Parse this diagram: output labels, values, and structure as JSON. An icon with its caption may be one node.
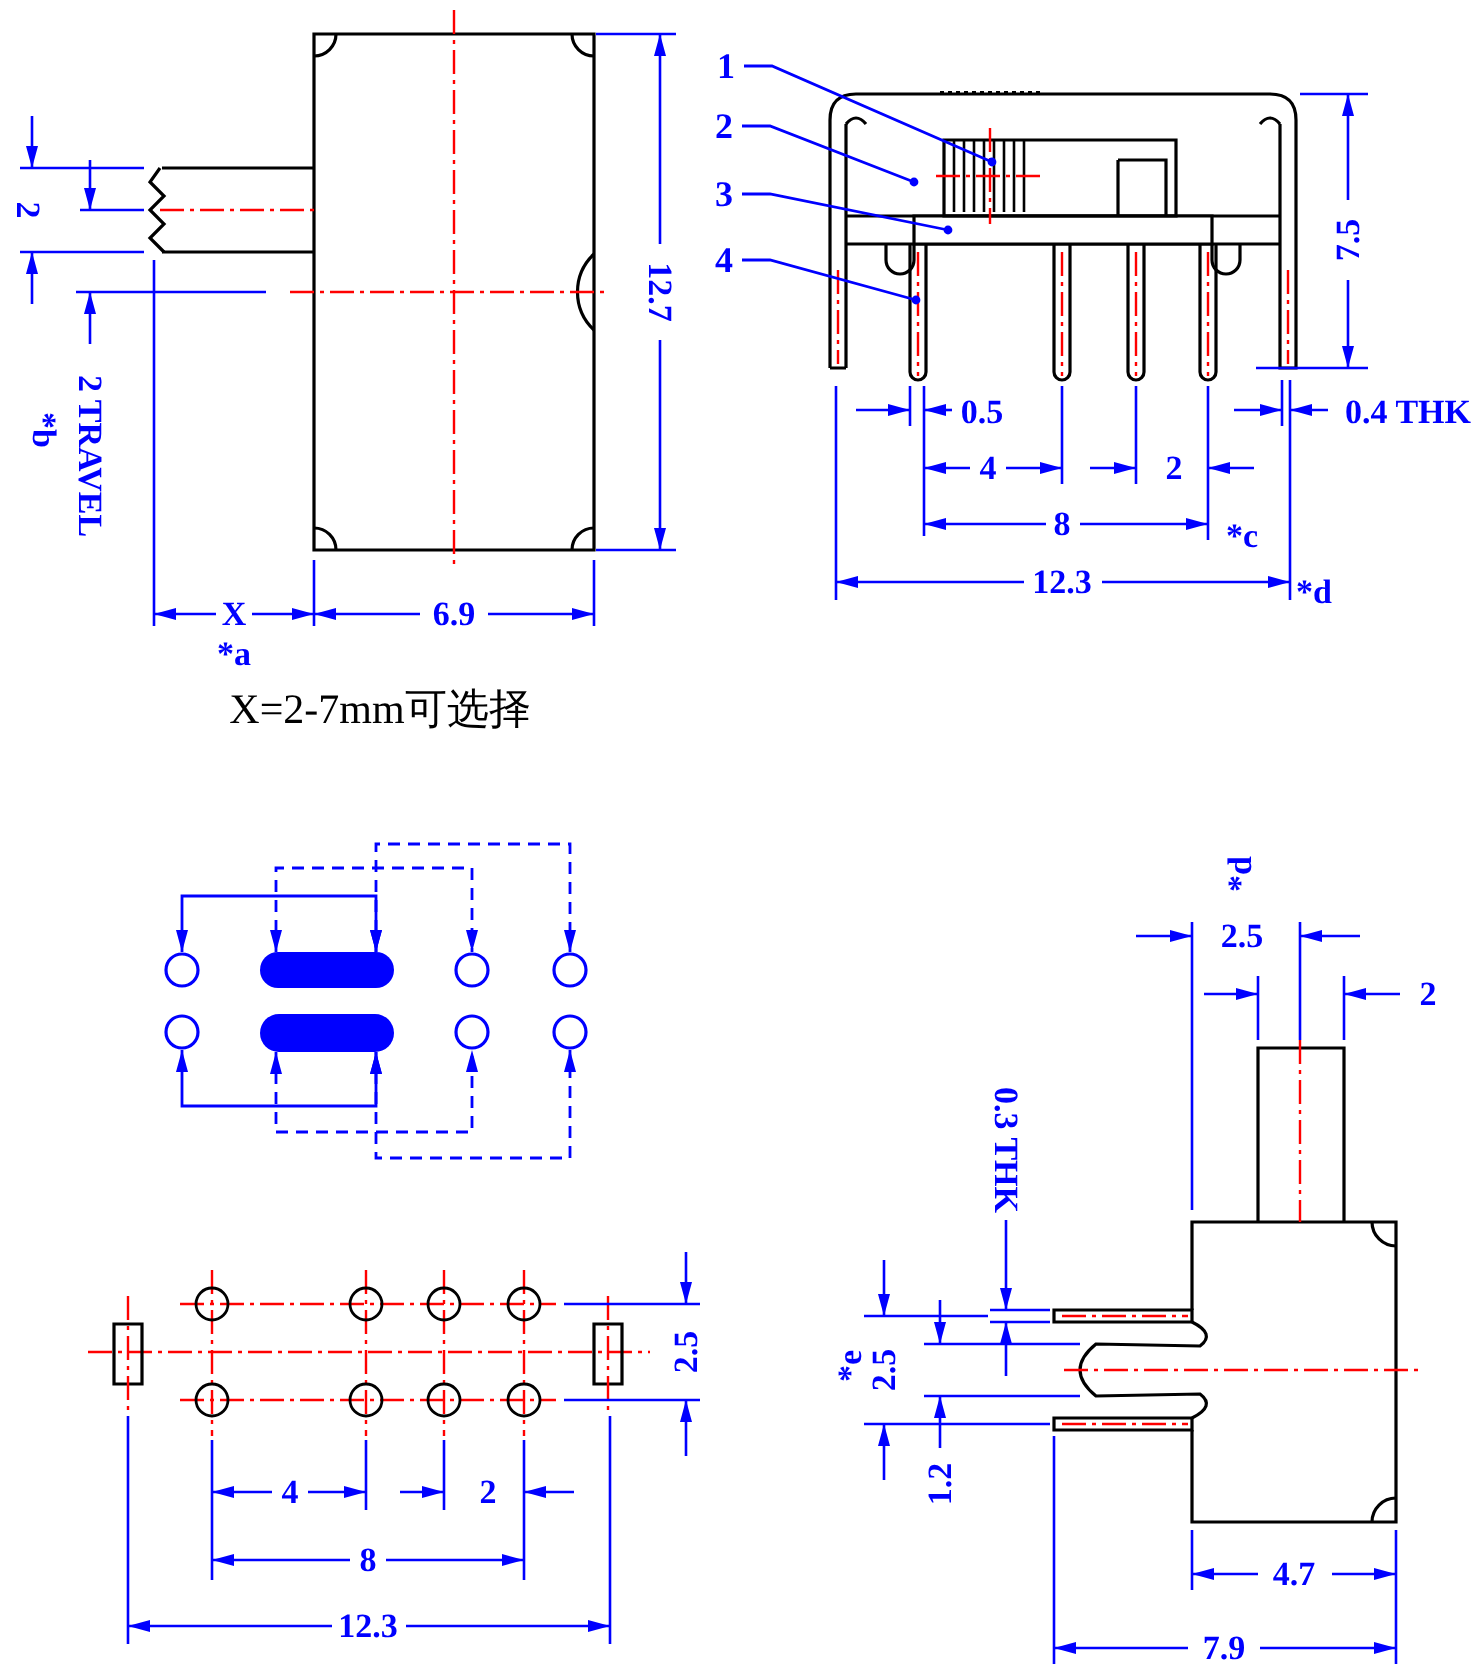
{
  "diagram": {
    "nodes": [
      {
        "text": [
          "1"
        ]
      },
      {
        "text": [
          "2"
        ]
      },
      {
        "text": [
          "3"
        ]
      },
      {
        "text": [
          "4"
        ]
      },
      {
        "text": [],
        "shape": "circle"
      },
      {
        "text": [],
        "shape": "bar"
      },
      {
        "text": [],
        "shape": "circle"
      },
      {
        "text": [],
        "shape": "circle"
      },
      {
        "text": [],
        "shape": "circle"
      },
      {
        "text": [],
        "shape": "bar"
      },
      {
        "text": [],
        "shape": "circle"
      },
      {
        "text": [],
        "shape": "circle"
      }
    ],
    "edges": [
      {
        "from": 0,
        "to": null,
        "arrow": "other"
      },
      {
        "from": 1,
        "to": null,
        "arrow": "other"
      },
      {
        "from": 2,
        "to": null,
        "arrow": "other"
      },
      {
        "from": 3,
        "to": null,
        "arrow": "other"
      },
      {
        "from": 4,
        "to": 5,
        "arrow": "both"
      },
      {
        "from": 5,
        "to": 6,
        "arrow": "both",
        "style": "dashed"
      },
      {
        "from": 5,
        "to": 7,
        "arrow": "both",
        "style": "dashed"
      },
      {
        "from": 8,
        "to": 9,
        "arrow": "both"
      },
      {
        "from": 9,
        "to": 10,
        "arrow": "both",
        "style": "dashed"
      },
      {
        "from": 9,
        "to": 11,
        "arrow": "both",
        "style": "dashed"
      }
    ],
    "labels": [
      "2",
      "2 TRAVEL",
      "*b",
      "12.7",
      "X",
      "6.9",
      "*a",
      "X=2-7mm可选择",
      "7.5",
      "0.5",
      "0.4 THK",
      "4",
      "2",
      "8",
      "*c",
      "12.3",
      "*d",
      "*d",
      "2.5",
      "2",
      "0.3 THK",
      "2.5",
      "*e",
      "2.5",
      "1.2",
      "4",
      "2",
      "8",
      "12.3",
      "4.7",
      "7.9"
    ]
  }
}
